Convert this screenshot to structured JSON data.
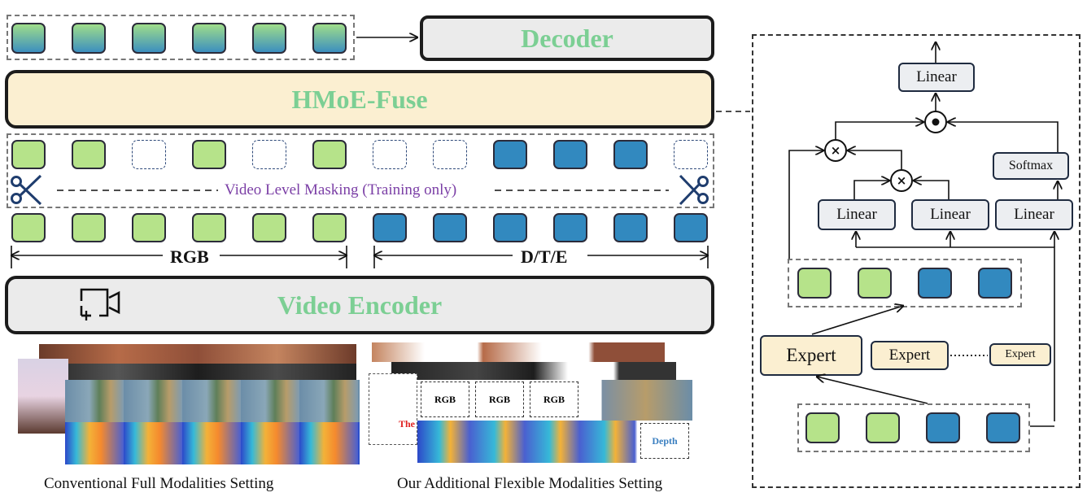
{
  "decoder": {
    "label": "Decoder"
  },
  "fuse": {
    "label": "HMoE-Fuse"
  },
  "masking": {
    "label": "Video Level Masking (Training only)"
  },
  "modalities": {
    "rgb": "RGB",
    "dte": "D/T/E"
  },
  "encoder": {
    "label": "Video Encoder"
  },
  "settings": {
    "conventional": "Conventional Full Modalities Setting",
    "flexible": "Our Additional Flexible Modalities Setting"
  },
  "flexible_frames": {
    "rgb": "RGB",
    "depth": "Depth",
    "thermal": "The"
  },
  "hmoe": {
    "linear_top": "Linear",
    "softmax": "Softmax",
    "linear_a": "Linear",
    "linear_b": "Linear",
    "linear_c": "Linear",
    "expert_1": "Expert",
    "expert_2": "Expert",
    "expert_3": "Expert"
  },
  "colors": {
    "green": "#b6e38a",
    "blue": "#3289bf",
    "title_green": "#7ccf94",
    "mask_text": "#7b3fa6"
  },
  "icons": [
    "scissors-icon",
    "video-camera-icon",
    "multiply-icon",
    "hadamard-icon"
  ]
}
